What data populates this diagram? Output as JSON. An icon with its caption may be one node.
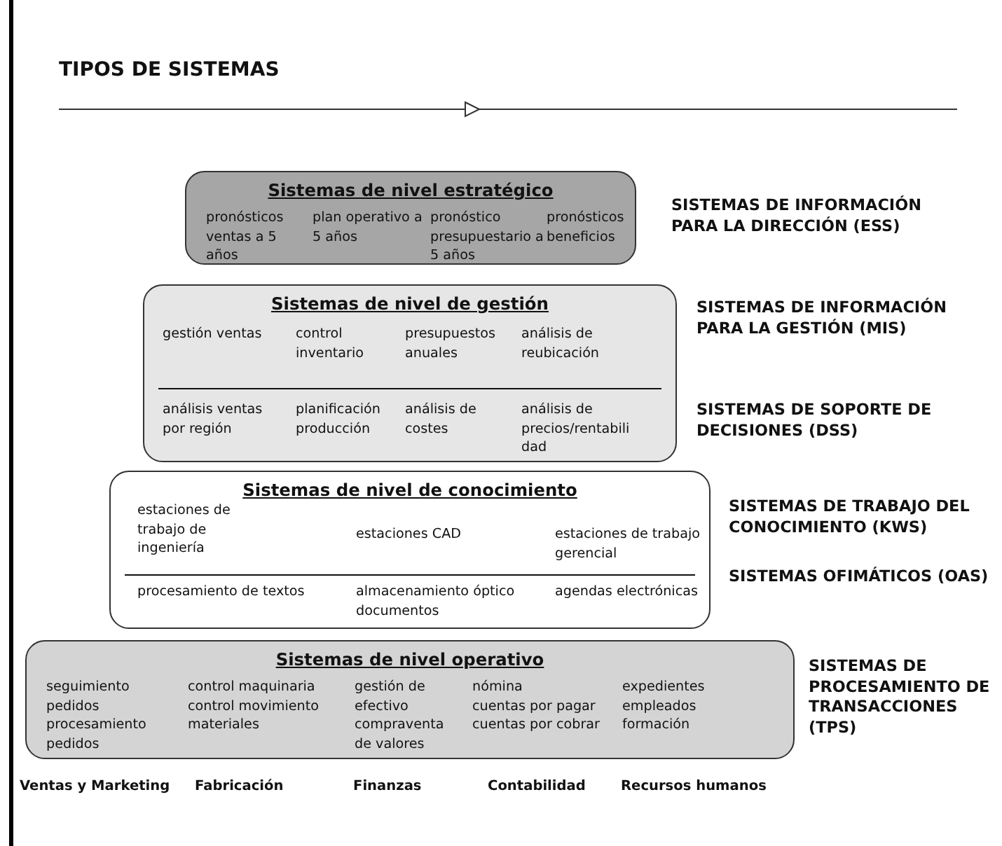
{
  "diagram": {
    "title": "TIPOS DE SISTEMAS",
    "nodes": [
      {
        "text": [
          "Sistemas de nivel estratégico",
          "pronósticos ventas a 5 años",
          "plan operativo a 5 años",
          "pronóstico presupuestario a 5 años",
          "pronósticos beneficios"
        ]
      },
      {
        "text": [
          "Sistemas de nivel de gestión",
          "gestión ventas",
          "control inventario",
          "presupuestos anuales",
          "análisis de reubicación",
          "análisis ventas por región",
          "planificación producción",
          "análisis de costes",
          "análisis de precios/rentabilidad"
        ]
      },
      {
        "text": [
          "Sistemas de nivel de conocimiento",
          "estaciones de trabajo de ingeniería",
          "estaciones CAD",
          "estaciones de trabajo gerencial",
          "procesamiento de textos",
          "almacenamiento óptico documentos",
          "agendas electrónicas"
        ]
      },
      {
        "text": [
          "Sistemas de nivel operativo",
          "seguimiento pedidos",
          "procesamiento pedidos",
          "control maquinaria",
          "control movimiento materiales",
          "gestión de efectivo",
          "compraventa de valores",
          "nómina",
          "cuentas por pagar",
          "cuentas por cobrar",
          "expedientes empleados",
          "formación"
        ]
      }
    ],
    "edges": [],
    "labels": [
      "SISTEMAS DE INFORMACIÓN PARA LA DIRECCIÓN (ESS)",
      "SISTEMAS DE INFORMACIÓN PARA LA GESTIÓN (MIS)",
      "SISTEMAS DE SOPORTE DE DECISIONES (DSS)",
      "SISTEMAS DE TRABAJO DEL CONOCIMIENTO (KWS)",
      "SISTEMAS OFIMÁTICOS (OAS)",
      "SISTEMAS DE PROCESAMIENTO DE TRANSACCIONES (TPS)",
      "Ventas y Marketing",
      "Fabricación",
      "Finanzas",
      "Contabilidad",
      "Recursos humanos"
    ]
  }
}
